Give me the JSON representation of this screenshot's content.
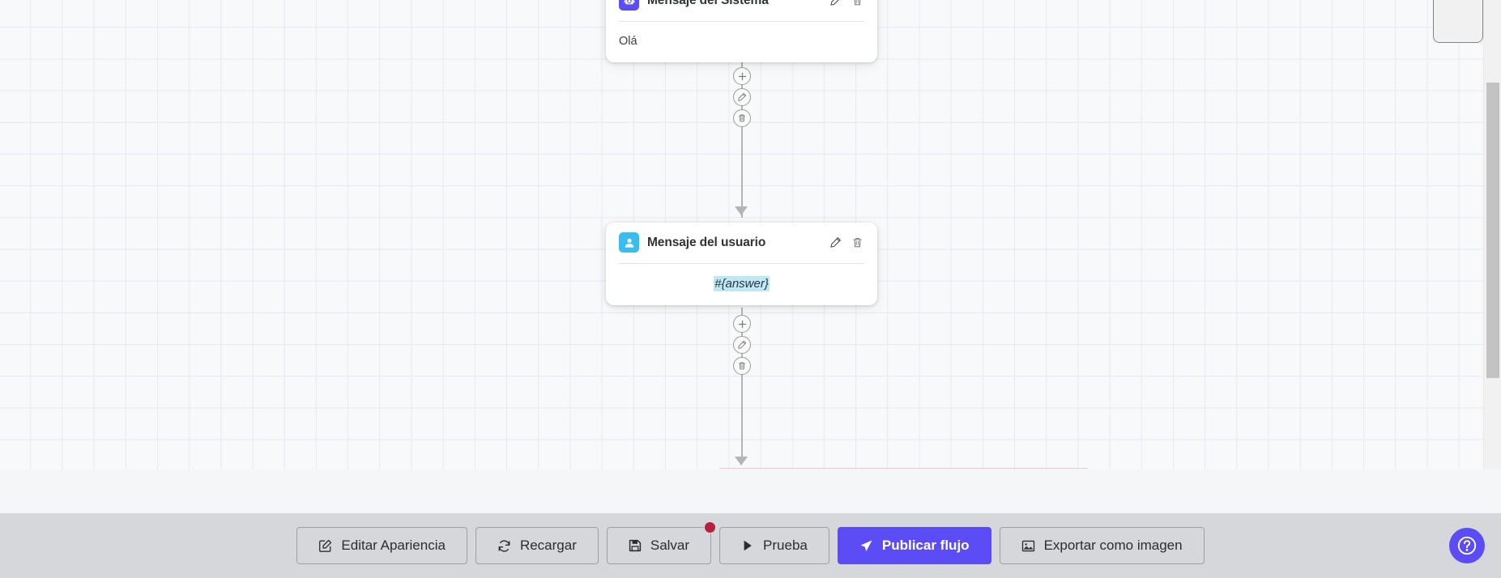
{
  "canvas": {
    "nodes": [
      {
        "id": "system-message",
        "icon": "robot-icon",
        "icon_color": "#5b4cf5",
        "title": "Mensaje del Sistema",
        "body": "Olá",
        "edit_icon": "pencil-icon",
        "delete_icon": "trash-icon"
      },
      {
        "id": "user-message",
        "icon": "user-icon",
        "icon_color": "#38bdf1",
        "title": "Mensaje del usuario",
        "body": "#{answer}",
        "edit_icon": "pencil-icon",
        "delete_icon": "trash-icon"
      }
    ],
    "connector_actions": [
      {
        "name": "add-node-button",
        "icon": "plus-icon"
      },
      {
        "name": "edit-connector-button",
        "icon": "pencil-icon"
      },
      {
        "name": "delete-connector-button",
        "icon": "trash-icon"
      }
    ],
    "scrollbar": {
      "name": "vertical-scrollbar",
      "down_arrow_icon": "chevron-down-icon"
    }
  },
  "toolbar": {
    "buttons": [
      {
        "label": "Editar Apariencia",
        "icon": "edit-square-icon",
        "primary": false,
        "badge": false
      },
      {
        "label": "Recargar",
        "icon": "refresh-icon",
        "primary": false,
        "badge": false
      },
      {
        "label": "Salvar",
        "icon": "save-disk-icon",
        "primary": false,
        "badge": true
      },
      {
        "label": "Prueba",
        "icon": "play-icon",
        "primary": false,
        "badge": false
      },
      {
        "label": "Publicar flujo",
        "icon": "publish-icon",
        "primary": true,
        "badge": false
      },
      {
        "label": "Exportar como imagen",
        "icon": "image-icon",
        "primary": false,
        "badge": false
      }
    ],
    "badge_color": "#b5213c",
    "primary_color": "#5b4cf5"
  },
  "help": {
    "name": "help-button",
    "icon": "question-circle-icon"
  }
}
